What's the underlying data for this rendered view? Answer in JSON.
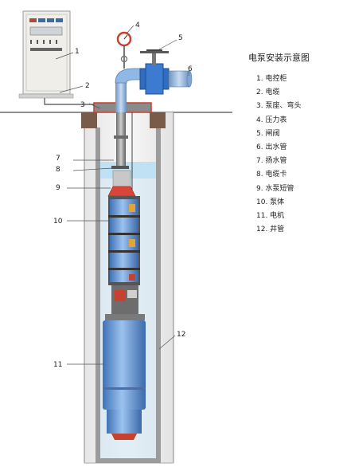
{
  "title": "电泵安装示意图",
  "callouts": [
    "1",
    "2",
    "3",
    "4",
    "5",
    "6",
    "7",
    "8",
    "9",
    "10",
    "11",
    "12"
  ],
  "legend": [
    "1. 电控柜",
    "2. 电缆",
    "3. 泵座、弯头",
    "4. 压力表",
    "5. 闸阀",
    "6. 出水管",
    "7. 扬水管",
    "8. 电缆卡",
    "9. 水泵短管",
    "10. 泵体",
    "11. 电机",
    "12. 井管"
  ],
  "colors": {
    "pump_blue": "#6d9fdb",
    "pipe_blue": "#8fb8e6",
    "water": "#cfe7f5",
    "cabinet": "#efeee9",
    "ground": "#7a5a48",
    "accent_red": "#c8402e"
  }
}
